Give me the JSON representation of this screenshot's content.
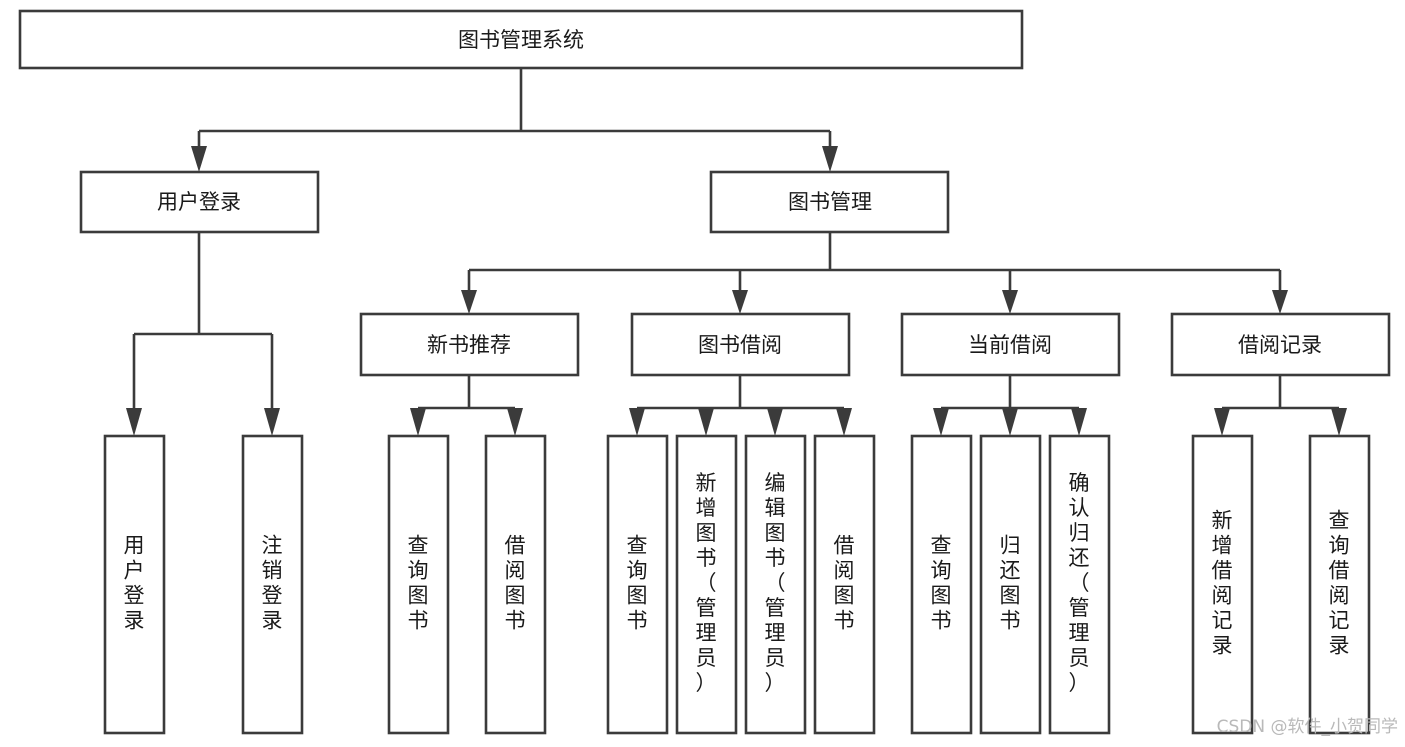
{
  "chart_data": {
    "type": "diagram",
    "diagram_type": "tree-hierarchy-functional-structure",
    "title": "图书管理系统",
    "orientation": "top-down",
    "grid": false,
    "legend": false,
    "colors": {
      "stroke": "#3b3b3b",
      "fill": "#ffffff",
      "text": "#1a1a1a",
      "watermark": "#b9b9b9",
      "background": "#ffffff"
    },
    "levels": [
      {
        "level": 1,
        "nodes": [
          "图书管理系统"
        ]
      },
      {
        "level": 2,
        "nodes": [
          "用户登录",
          "图书管理"
        ]
      },
      {
        "level": 3,
        "nodes": [
          "新书推荐",
          "图书借阅",
          "当前借阅",
          "借阅记录"
        ]
      },
      {
        "level": 4,
        "nodes": [
          "用户登录",
          "注销登录",
          "查询图书",
          "借阅图书",
          "查询图书",
          "新增图书（管理员）",
          "编辑图书（管理员）",
          "借阅图书",
          "查询图书",
          "归还图书",
          "确认归还（管理员）",
          "新增借阅记录",
          "查询借阅记录"
        ]
      }
    ],
    "edges": [
      {
        "from": "图书管理系统",
        "to": "用户登录"
      },
      {
        "from": "图书管理系统",
        "to": "图书管理"
      },
      {
        "from": "用户登录",
        "to": "用户登录(叶)"
      },
      {
        "from": "用户登录",
        "to": "注销登录"
      },
      {
        "from": "图书管理",
        "to": "新书推荐"
      },
      {
        "from": "图书管理",
        "to": "图书借阅"
      },
      {
        "from": "图书管理",
        "to": "当前借阅"
      },
      {
        "from": "图书管理",
        "to": "借阅记录"
      },
      {
        "from": "新书推荐",
        "to": "查询图书"
      },
      {
        "from": "新书推荐",
        "to": "借阅图书"
      },
      {
        "from": "图书借阅",
        "to": "查询图书"
      },
      {
        "from": "图书借阅",
        "to": "新增图书（管理员）"
      },
      {
        "from": "图书借阅",
        "to": "编辑图书（管理员）"
      },
      {
        "from": "图书借阅",
        "to": "借阅图书"
      },
      {
        "from": "当前借阅",
        "to": "查询图书"
      },
      {
        "from": "当前借阅",
        "to": "归还图书"
      },
      {
        "from": "当前借阅",
        "to": "确认归还（管理员）"
      },
      {
        "from": "借阅记录",
        "to": "新增借阅记录"
      },
      {
        "from": "借阅记录",
        "to": "查询借阅记录"
      }
    ]
  },
  "root": {
    "label": "图书管理系统"
  },
  "level2": {
    "user_login": {
      "label": "用户登录"
    },
    "book_manage": {
      "label": "图书管理"
    }
  },
  "level3": {
    "new_book": {
      "label": "新书推荐"
    },
    "book_borrow": {
      "label": "图书借阅"
    },
    "current_borrow": {
      "label": "当前借阅"
    },
    "borrow_record": {
      "label": "借阅记录"
    }
  },
  "leaves": {
    "user_login_leaf": {
      "lines": [
        "用",
        "户",
        "登",
        "录"
      ]
    },
    "logout_leaf": {
      "lines": [
        "注",
        "销",
        "登",
        "录"
      ]
    },
    "nb_query_book": {
      "lines": [
        "查",
        "询",
        "图",
        "书"
      ]
    },
    "nb_borrow_book": {
      "lines": [
        "借",
        "阅",
        "图",
        "书"
      ]
    },
    "bb_query_book": {
      "lines": [
        "查",
        "询",
        "图",
        "书"
      ]
    },
    "bb_add_book": {
      "lines": [
        "新",
        "增",
        "图",
        "书",
        "（",
        "管",
        "理",
        "员",
        "）"
      ]
    },
    "bb_edit_book": {
      "lines": [
        "编",
        "辑",
        "图",
        "书",
        "（",
        "管",
        "理",
        "员",
        "）"
      ]
    },
    "bb_borrow_book": {
      "lines": [
        "借",
        "阅",
        "图",
        "书"
      ]
    },
    "cb_query_book": {
      "lines": [
        "查",
        "询",
        "图",
        "书"
      ]
    },
    "cb_return_book": {
      "lines": [
        "归",
        "还",
        "图",
        "书"
      ]
    },
    "cb_confirm_return": {
      "lines": [
        "确",
        "认",
        "归",
        "还",
        "（",
        "管",
        "理",
        "员",
        "）"
      ]
    },
    "br_add_record": {
      "lines": [
        "新",
        "增",
        "借",
        "阅",
        "记",
        "录"
      ]
    },
    "br_query_record": {
      "lines": [
        "查",
        "询",
        "借",
        "阅",
        "记",
        "录"
      ]
    }
  },
  "watermark": {
    "text": "CSDN @软件_小贺同学"
  }
}
